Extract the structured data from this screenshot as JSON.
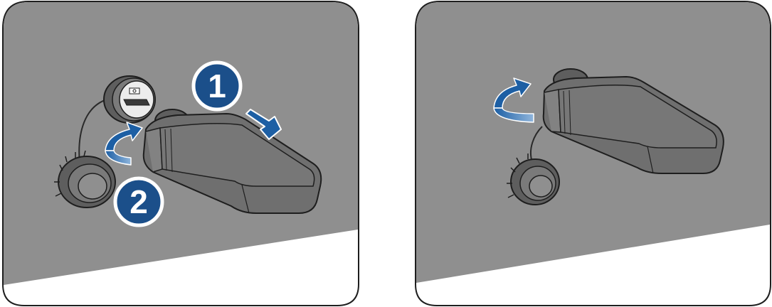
{
  "colors": {
    "wall": "#8f8f8f",
    "device_body": "#6f6f6f",
    "device_face": "#828282",
    "outline": "#1e1e1e",
    "accent_blue": "#1d5fa4",
    "badge_blue": "#1b4f8a",
    "badge_ring": "#ffffff"
  },
  "steps": [
    {
      "label": "1",
      "icon": "push-arrow-icon"
    },
    {
      "label": "2",
      "icon": "rotate-arrow-icon"
    }
  ],
  "panels": [
    {
      "name": "insert-and-rotate",
      "icons": [
        "socket-icon",
        "dongle-icon",
        "cap-icon",
        "push-arrow-icon",
        "rotate-arrow-icon"
      ]
    },
    {
      "name": "installed",
      "icons": [
        "dongle-icon",
        "cap-icon",
        "rotate-arrow-icon"
      ]
    }
  ]
}
